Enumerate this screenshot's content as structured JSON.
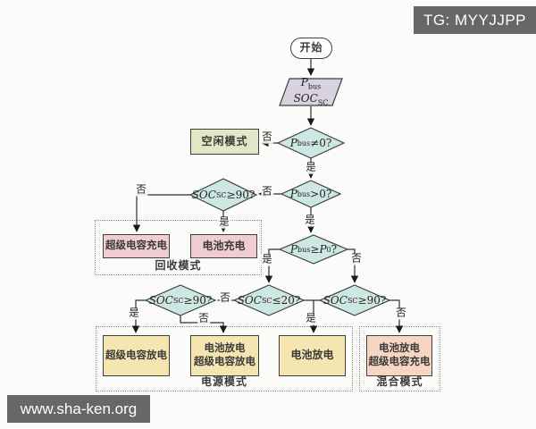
{
  "watermarks": {
    "tg_badge": "TG: MYYJJPP",
    "site": "www.sha-ken.org"
  },
  "labels": {
    "yes": "是",
    "no": "否"
  },
  "nodes": {
    "start": {
      "text": "开始"
    },
    "io": {
      "line1": {
        "var1": "P",
        "sub1": "bus"
      },
      "line2": {
        "var1": "SOC",
        "sub1": "SC"
      }
    },
    "d_pbus_ne0": {
      "var1": "P",
      "sub1": "bus",
      "mid": "≠0?"
    },
    "idle": {
      "text": "空闲模式"
    },
    "d_pbus_gt0": {
      "var1": "P",
      "sub1": "bus",
      "mid": ">0?"
    },
    "d_soc_ge90_recovery": {
      "var1": "SOC",
      "sub1": "SC",
      "mid": "≥90?"
    },
    "sc_charge": {
      "text": "超级电容充电"
    },
    "bat_charge": {
      "text": "电池充电"
    },
    "recovery_group": {
      "label": "回收模式"
    },
    "d_pbus_ge_p0": {
      "var1": "P",
      "sub1": "bus",
      "mid": "≥",
      "var2": "P",
      "sub2": "0",
      "end": "?"
    },
    "d_soc_ge90_power": {
      "var1": "SOC",
      "sub1": "SC",
      "mid": "≥90?"
    },
    "d_soc_le20": {
      "var1": "SOC",
      "sub1": "SC",
      "mid": "≤20?"
    },
    "d_soc_ge90_hybrid": {
      "var1": "SOC",
      "sub1": "SC",
      "mid": "≥90?"
    },
    "sc_discharge": {
      "text": "超级电容放电"
    },
    "bat_sc_discharge": {
      "line1": "电池放电",
      "line2": "超级电容放电"
    },
    "bat_discharge": {
      "text": "电池放电"
    },
    "bat_discharge_sc_charge": {
      "line1": "电池放电",
      "line2": "超级电容充电"
    },
    "power_group": {
      "label": "电源模式"
    },
    "hybrid_group": {
      "label": "混合模式"
    }
  },
  "colors": {
    "canvas_bg": "#fbfbfa",
    "decision_fill": "#cde8e2",
    "io_fill": "#d9d2e0",
    "terminal_fill": "#fdfdfc",
    "idle_fill": "#e1e8c5",
    "charge_fill": "#f1ccd3",
    "discharge_fill": "#f5e5b0",
    "hybrid_fill": "#f6d6c2",
    "box_border": "#3f3f3f",
    "group_border": "#8a8a8a",
    "line_color": "#2f2f2f",
    "badge_bg": "#676767",
    "badge_text": "#ffffff"
  }
}
